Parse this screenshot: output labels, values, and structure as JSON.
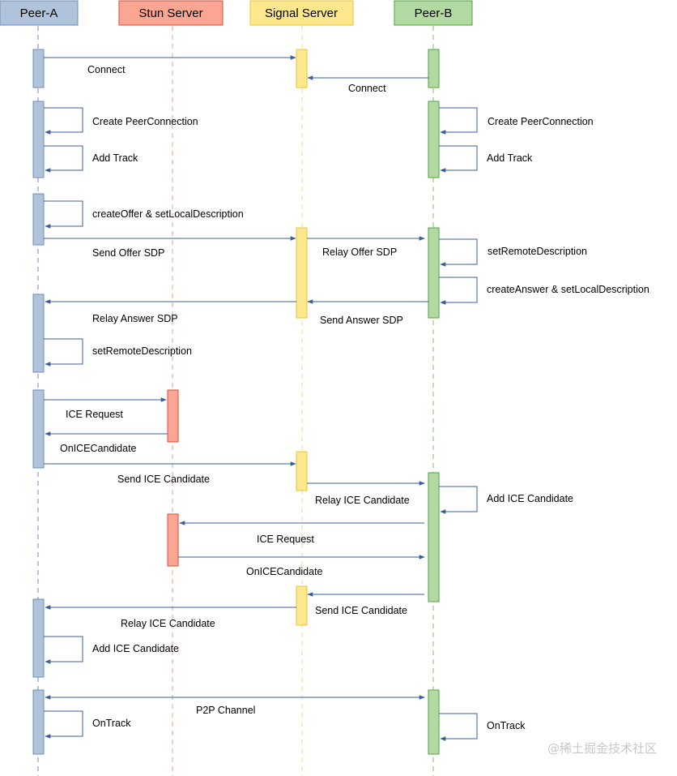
{
  "participants": {
    "peer_a": "Peer-A",
    "stun": "Stun Server",
    "signal": "Signal Server",
    "peer_b": "Peer-B"
  },
  "messages": {
    "connect_a": "Connect",
    "connect_b": "Connect",
    "create_pc_a": "Create PeerConnection",
    "add_track_a": "Add Track",
    "create_pc_b": "Create PeerConnection",
    "add_track_b": "Add Track",
    "create_offer": "createOffer & setLocalDescription",
    "send_offer": "Send Offer SDP",
    "relay_offer": "Relay Offer SDP",
    "set_remote_b": "setRemoteDescription",
    "create_answer": "createAnswer & setLocalDescription",
    "relay_answer": "Relay Answer SDP",
    "send_answer": "Send Answer SDP",
    "set_remote_a": "setRemoteDescription",
    "ice_request_a": "ICE Request",
    "onice_a": "OnICECandidate",
    "send_ice_a": "Send ICE Candidate",
    "relay_ice_b": "Relay ICE Candidate",
    "add_ice_b": "Add ICE Candidate",
    "ice_request_b": "ICE Request",
    "onice_b": "OnICECandidate",
    "send_ice_b": "Send ICE Candidate",
    "relay_ice_a": "Relay ICE Candidate",
    "add_ice_a": "Add ICE Candidate",
    "p2p": "P2P Channel",
    "ontrack_a": "OnTrack",
    "ontrack_b": "OnTrack"
  },
  "watermark": "@稀土掘金技术社区",
  "colors": {
    "peer_a_fill": "#b1c3da",
    "peer_a_stroke": "#6c8ebf",
    "stun_fill": "#fba593",
    "stun_stroke": "#d6513a",
    "signal_fill": "#fde88e",
    "signal_stroke": "#e5c43a",
    "peer_b_fill": "#b2d9a1",
    "peer_b_stroke": "#4ea53b",
    "arrow": "#3a5f97"
  }
}
